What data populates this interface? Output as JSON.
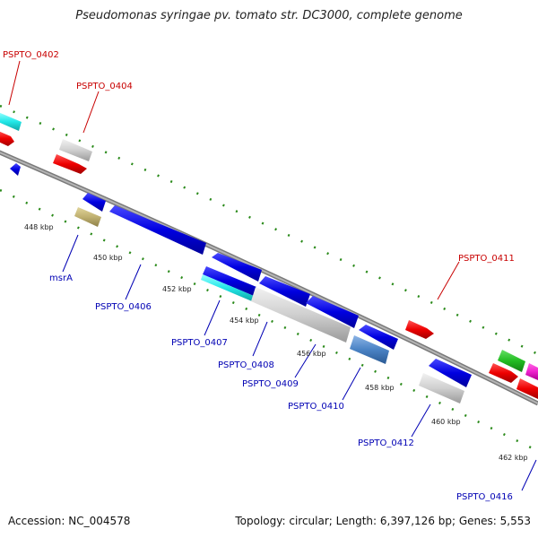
{
  "title": "Pseudomonas syringae pv. tomato str. DC3000, complete genome",
  "footer": {
    "accession": "Accession: NC_004578",
    "topology": "Topology: circular; Length: 6,397,126 bp; Genes: 5,553"
  },
  "colors": {
    "backbone": "#8a8a8a",
    "tick": "#2a8a1a",
    "label_forward": "#c80000",
    "label_reverse": "#0000b4"
  },
  "scale_labels": [
    "448 kbp",
    "450 kbp",
    "452 kbp",
    "454 kbp",
    "456 kbp",
    "458 kbp",
    "460 kbp",
    "462 kbp"
  ],
  "gene_labels": [
    {
      "text": "PSPTO_0402",
      "strand": "forward"
    },
    {
      "text": "PSPTO_0404",
      "strand": "forward"
    },
    {
      "text": "PSPTO_0411",
      "strand": "forward"
    },
    {
      "text": "msrA",
      "strand": "reverse"
    },
    {
      "text": "PSPTO_0406",
      "strand": "reverse"
    },
    {
      "text": "PSPTO_0407",
      "strand": "reverse"
    },
    {
      "text": "PSPTO_0408",
      "strand": "reverse"
    },
    {
      "text": "PSPTO_0409",
      "strand": "reverse"
    },
    {
      "text": "PSPTO_0410",
      "strand": "reverse"
    },
    {
      "text": "PSPTO_0412",
      "strand": "reverse"
    },
    {
      "text": "PSPTO_0416",
      "strand": "reverse"
    }
  ]
}
